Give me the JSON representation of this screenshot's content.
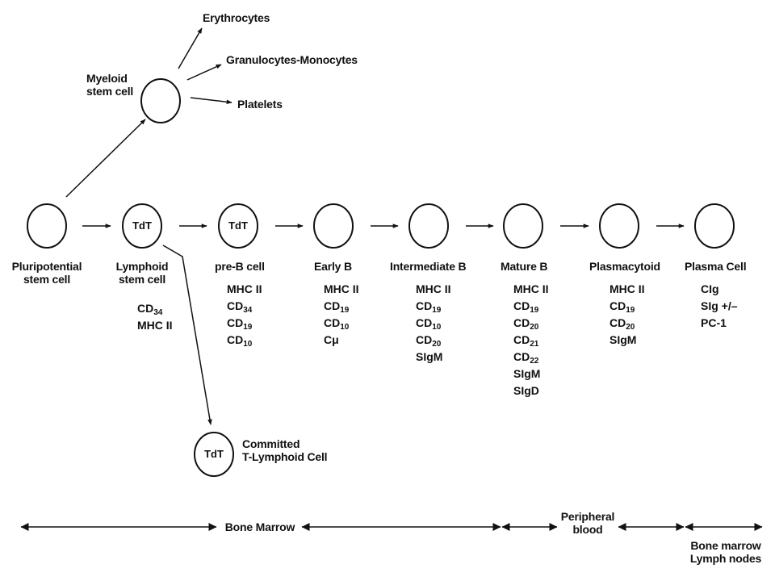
{
  "myeloid": {
    "label_lines": [
      "Myeloid",
      "stem cell"
    ],
    "outputs": [
      "Erythrocytes",
      "Granulocytes-Monocytes",
      "Platelets"
    ]
  },
  "stages": [
    {
      "id": "pluripotential",
      "label_lines": [
        "Pluripotential",
        "stem cell"
      ],
      "tdt": "",
      "markers": []
    },
    {
      "id": "lymphoid",
      "label_lines": [
        "Lymphoid",
        "stem cell"
      ],
      "tdt": "TdT",
      "markers": [
        {
          "base": "CD",
          "sub": "34"
        },
        {
          "base": "MHC II",
          "sub": ""
        }
      ]
    },
    {
      "id": "pre-b",
      "label_lines": [
        "pre-B cell"
      ],
      "tdt": "TdT",
      "markers": [
        {
          "base": "MHC II",
          "sub": ""
        },
        {
          "base": "CD",
          "sub": "34"
        },
        {
          "base": "CD",
          "sub": "19"
        },
        {
          "base": "CD",
          "sub": "10"
        }
      ]
    },
    {
      "id": "early-b",
      "label_lines": [
        "Early B"
      ],
      "tdt": "",
      "markers": [
        {
          "base": "MHC II",
          "sub": ""
        },
        {
          "base": "CD",
          "sub": "19"
        },
        {
          "base": "CD",
          "sub": "10"
        },
        {
          "base": "Cμ",
          "sub": ""
        }
      ]
    },
    {
      "id": "intermediate-b",
      "label_lines": [
        "Intermediate B"
      ],
      "tdt": "",
      "markers": [
        {
          "base": "MHC II",
          "sub": ""
        },
        {
          "base": "CD",
          "sub": "19"
        },
        {
          "base": "CD",
          "sub": "10"
        },
        {
          "base": "CD",
          "sub": "20"
        },
        {
          "base": "SIgM",
          "sub": ""
        }
      ]
    },
    {
      "id": "mature-b",
      "label_lines": [
        "Mature B"
      ],
      "tdt": "",
      "markers": [
        {
          "base": "MHC II",
          "sub": ""
        },
        {
          "base": "CD",
          "sub": "19"
        },
        {
          "base": "CD",
          "sub": "20"
        },
        {
          "base": "CD",
          "sub": "21"
        },
        {
          "base": "CD",
          "sub": "22"
        },
        {
          "base": "SIgM",
          "sub": ""
        },
        {
          "base": "SIgD",
          "sub": ""
        }
      ]
    },
    {
      "id": "plasmacytoid",
      "label_lines": [
        "Plasmacytoid"
      ],
      "tdt": "",
      "markers": [
        {
          "base": "MHC II",
          "sub": ""
        },
        {
          "base": "CD",
          "sub": "19"
        },
        {
          "base": "CD",
          "sub": "20"
        },
        {
          "base": "SIgM",
          "sub": ""
        }
      ]
    },
    {
      "id": "plasma-cell",
      "label_lines": [
        "Plasma Cell"
      ],
      "tdt": "",
      "markers": [
        {
          "base": "CIg",
          "sub": ""
        },
        {
          "base": "SIg +/–",
          "sub": ""
        },
        {
          "base": "PC-1",
          "sub": ""
        }
      ]
    }
  ],
  "t_lymphoid": {
    "tdt": "TdT",
    "label_lines": [
      "Committed",
      "T-Lymphoid Cell"
    ]
  },
  "locations": {
    "bone_marrow": "Bone Marrow",
    "peripheral_blood": [
      "Peripheral",
      "blood"
    ],
    "bone_marrow_lymph": [
      "Bone marrow",
      "Lymph nodes"
    ]
  }
}
